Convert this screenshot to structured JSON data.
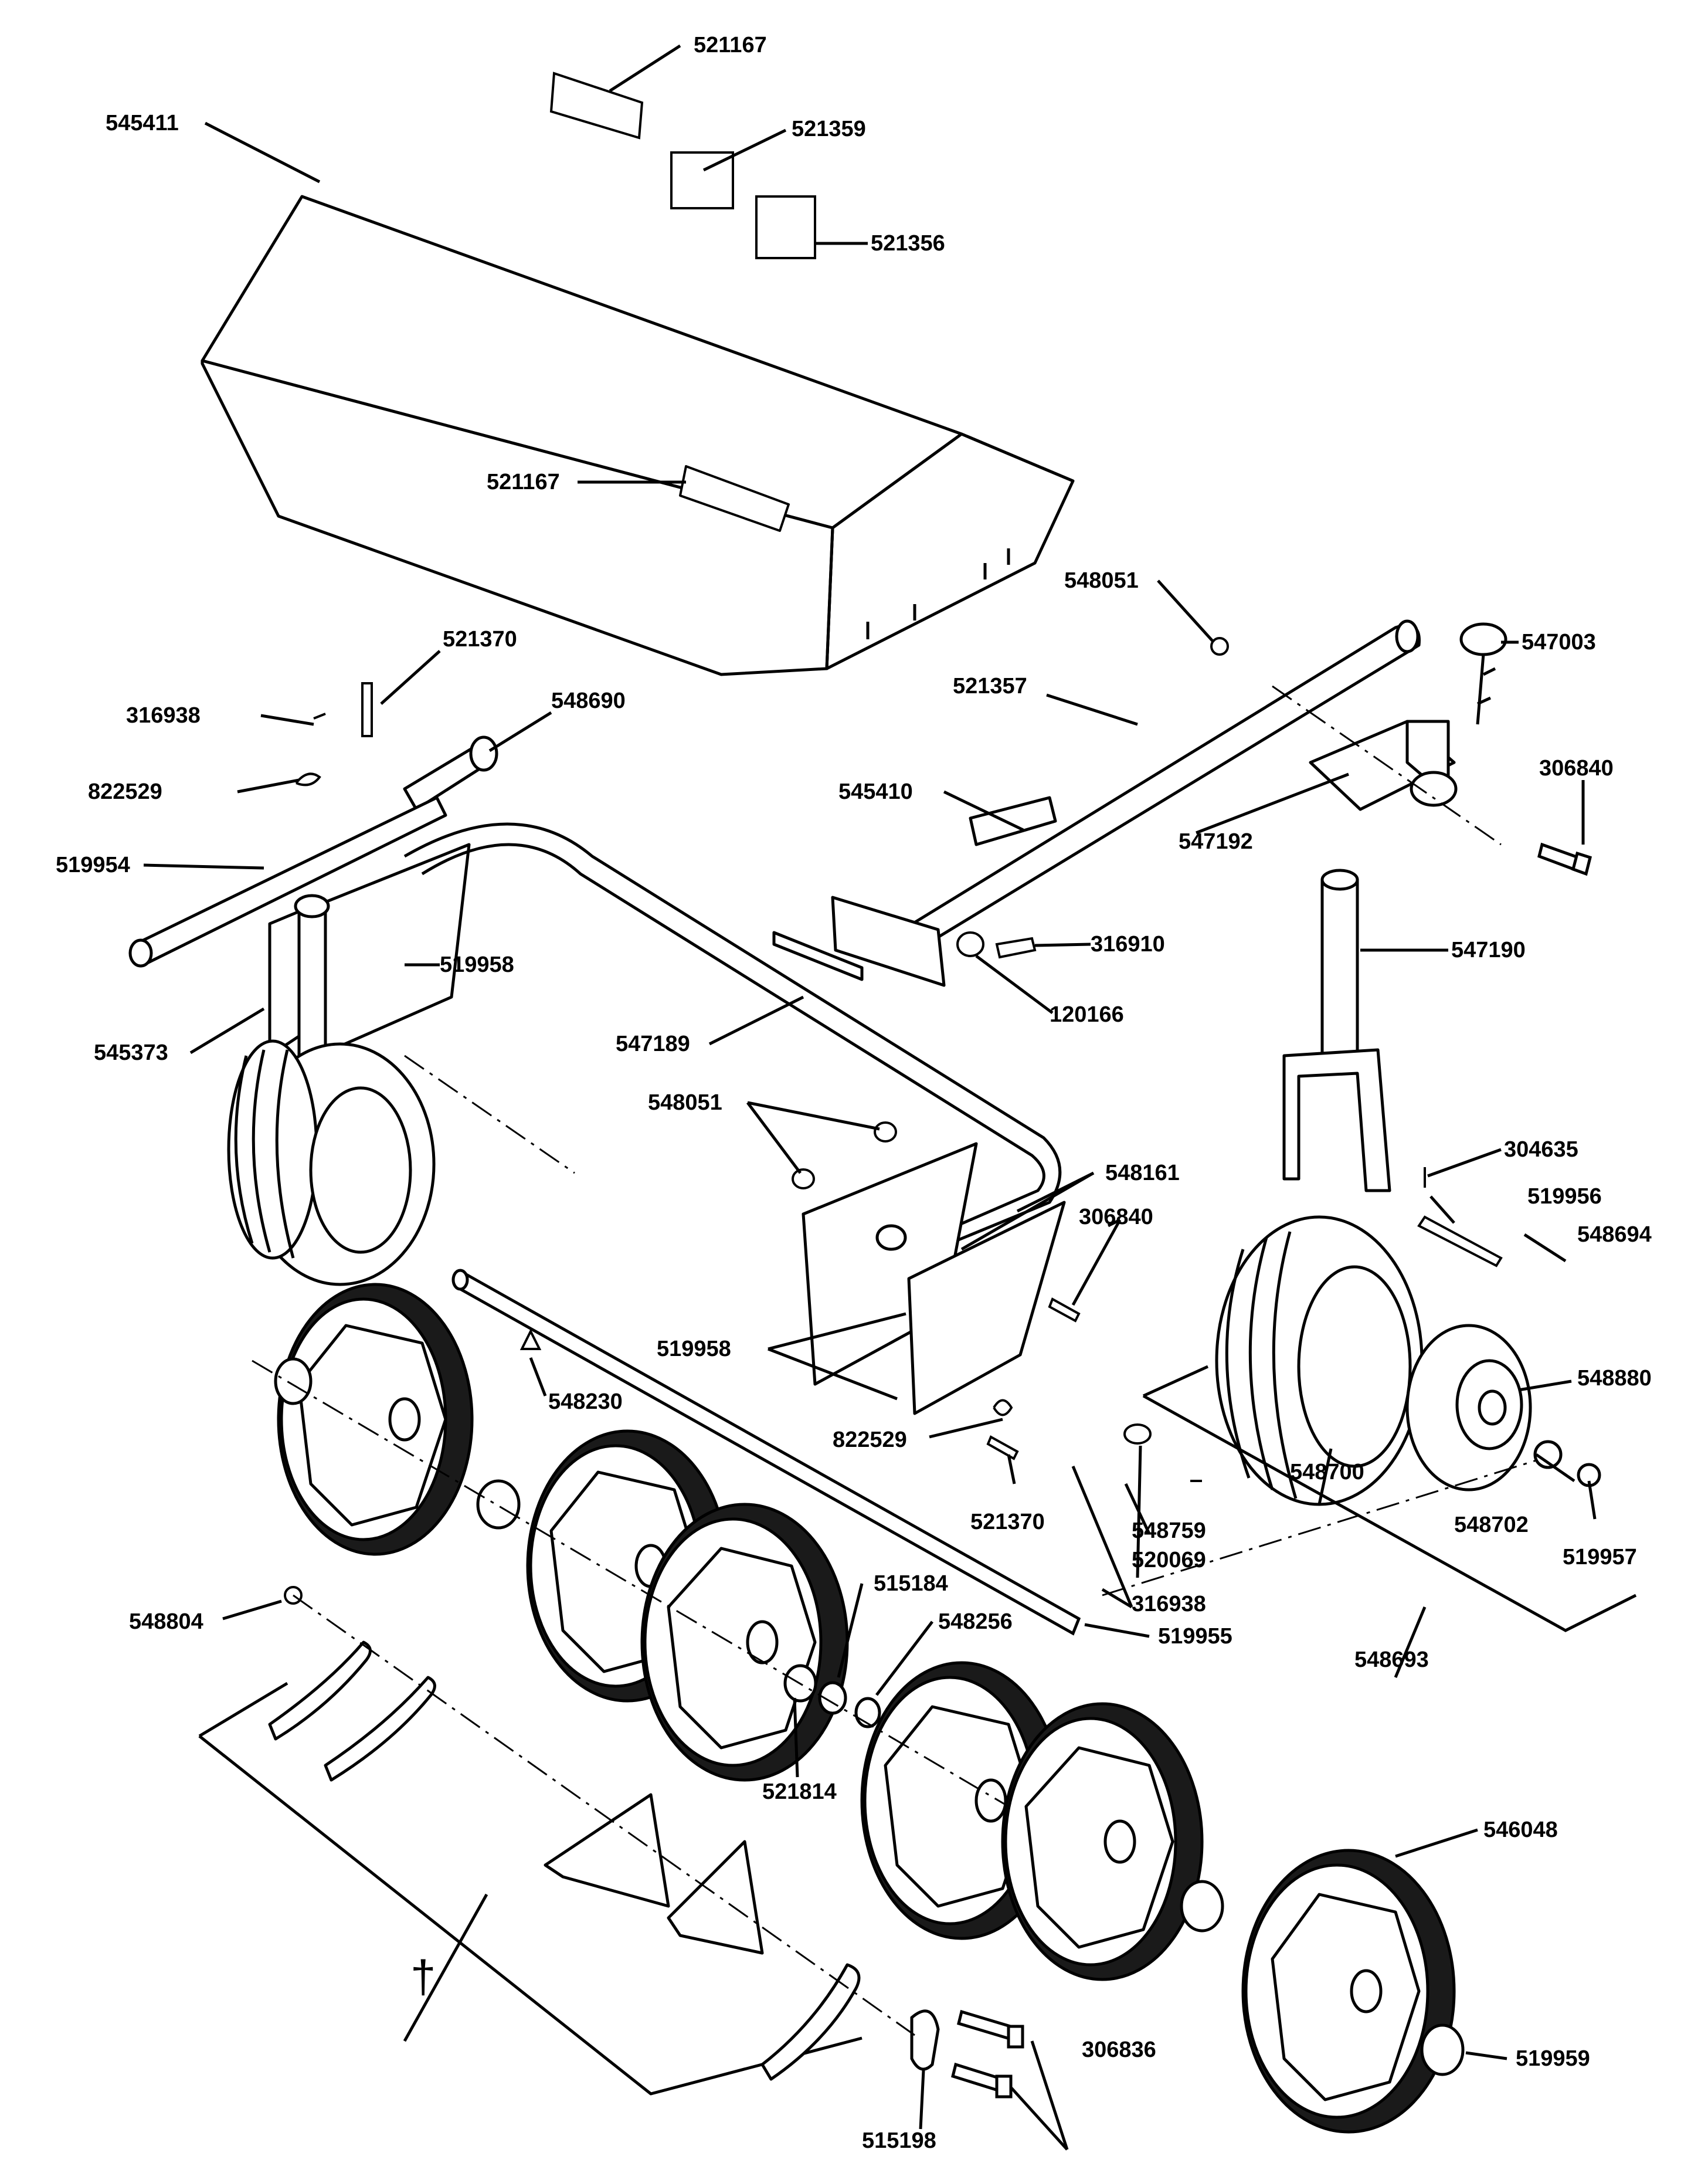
{
  "colors": {
    "ink": "#000000",
    "paper": "#ffffff",
    "shade": "#1a1a1a"
  },
  "callouts": [
    {
      "id": "c1",
      "text": "521167"
    },
    {
      "id": "c2",
      "text": "545411"
    },
    {
      "id": "c3",
      "text": "521359"
    },
    {
      "id": "c4",
      "text": "521356"
    },
    {
      "id": "c5",
      "text": "521167"
    },
    {
      "id": "c6",
      "text": "548051"
    },
    {
      "id": "c7",
      "text": "547003"
    },
    {
      "id": "c8",
      "text": "521370"
    },
    {
      "id": "c9",
      "text": "316938"
    },
    {
      "id": "c10",
      "text": "548690"
    },
    {
      "id": "c11",
      "text": "521357"
    },
    {
      "id": "c12",
      "text": "306840"
    },
    {
      "id": "c13",
      "text": "822529"
    },
    {
      "id": "c14",
      "text": "545410"
    },
    {
      "id": "c15",
      "text": "547192"
    },
    {
      "id": "c16",
      "text": "519954"
    },
    {
      "id": "c17",
      "text": "316910"
    },
    {
      "id": "c18",
      "text": "547190"
    },
    {
      "id": "c19",
      "text": "519958"
    },
    {
      "id": "c20",
      "text": "120166"
    },
    {
      "id": "c21",
      "text": "545373"
    },
    {
      "id": "c22",
      "text": "547189"
    },
    {
      "id": "c23",
      "text": "548051"
    },
    {
      "id": "c24",
      "text": "304635"
    },
    {
      "id": "c25",
      "text": "548161"
    },
    {
      "id": "c26",
      "text": "519956"
    },
    {
      "id": "c27",
      "text": "306840"
    },
    {
      "id": "c28",
      "text": "548694"
    },
    {
      "id": "c29",
      "text": "519958"
    },
    {
      "id": "c30",
      "text": "548230"
    },
    {
      "id": "c31",
      "text": "548880"
    },
    {
      "id": "c32",
      "text": "822529"
    },
    {
      "id": "c33",
      "text": "548700"
    },
    {
      "id": "c34",
      "text": "521370"
    },
    {
      "id": "c35",
      "text": "548759"
    },
    {
      "id": "c36",
      "text": "548702"
    },
    {
      "id": "c37",
      "text": "520069"
    },
    {
      "id": "c38",
      "text": "519957"
    },
    {
      "id": "c39",
      "text": "548804"
    },
    {
      "id": "c40",
      "text": "316938"
    },
    {
      "id": "c41",
      "text": "515184"
    },
    {
      "id": "c42",
      "text": "519955"
    },
    {
      "id": "c43",
      "text": "548256"
    },
    {
      "id": "c44",
      "text": "548693"
    },
    {
      "id": "c45",
      "text": "521814"
    },
    {
      "id": "c46",
      "text": "546048"
    },
    {
      "id": "c47",
      "text": "306836"
    },
    {
      "id": "c48",
      "text": "519959"
    },
    {
      "id": "c49",
      "text": "515198"
    },
    {
      "id": "c50",
      "text": "†"
    }
  ]
}
